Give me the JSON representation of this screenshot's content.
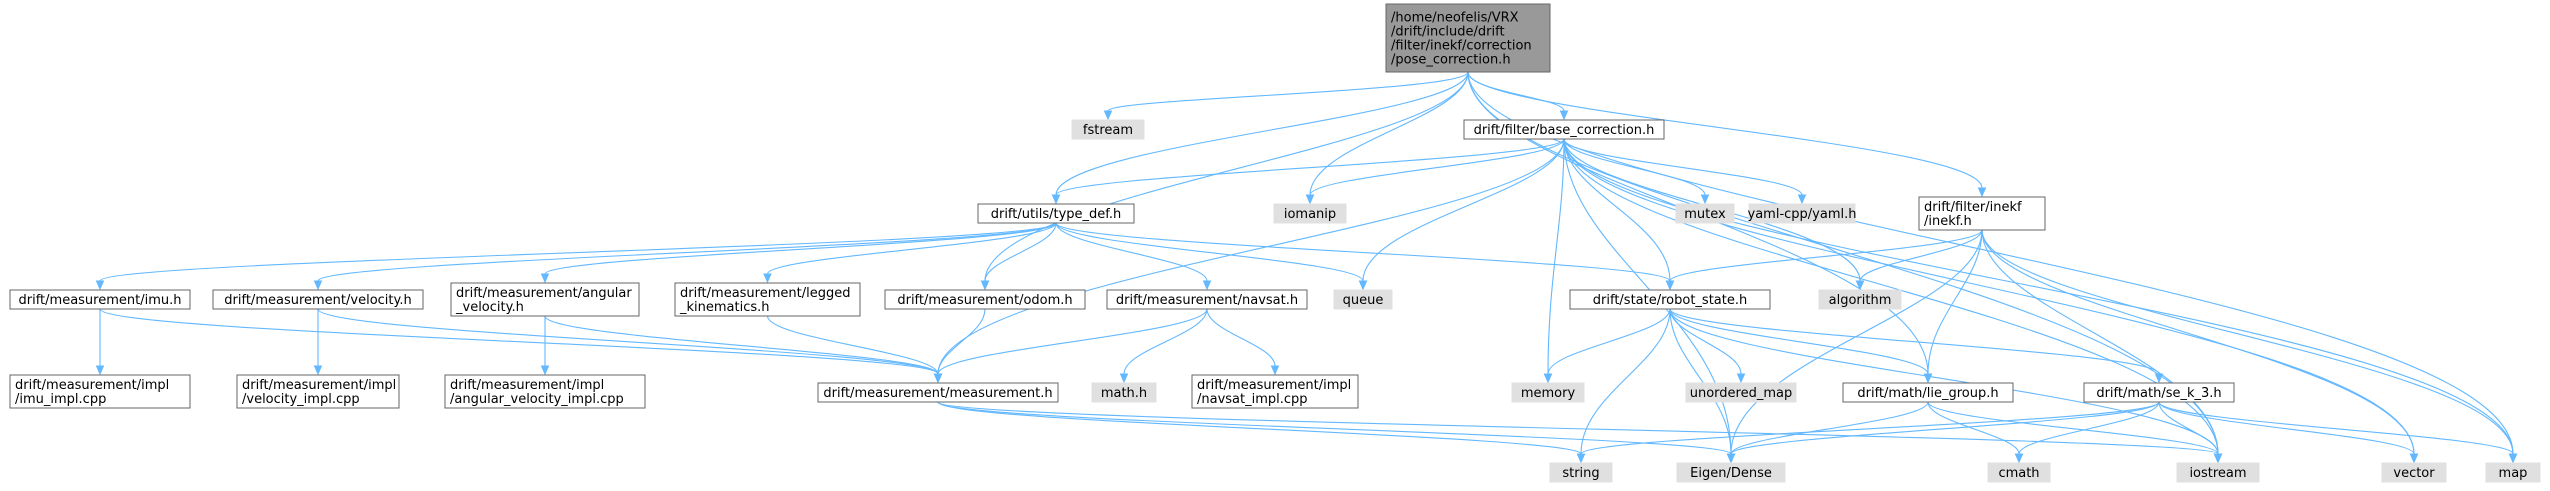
{
  "diagram": {
    "nodes": [
      {
        "id": "pose_correction",
        "kind": "root",
        "lines": [
          "/home/neofelis/VRX",
          "/drift/include/drift",
          "/filter/inekf/correction",
          "/pose_correction.h"
        ]
      },
      {
        "id": "fstream",
        "kind": "sys",
        "lines": [
          "fstream"
        ]
      },
      {
        "id": "base_correction",
        "kind": "proj",
        "lines": [
          "drift/filter/base_correction.h"
        ]
      },
      {
        "id": "type_def",
        "kind": "proj",
        "lines": [
          "drift/utils/type_def.h"
        ]
      },
      {
        "id": "iomanip",
        "kind": "sys",
        "lines": [
          "iomanip"
        ]
      },
      {
        "id": "mutex",
        "kind": "sys",
        "lines": [
          "mutex"
        ]
      },
      {
        "id": "yaml",
        "kind": "sys",
        "lines": [
          "yaml-cpp/yaml.h"
        ]
      },
      {
        "id": "inekf",
        "kind": "proj",
        "lines": [
          "drift/filter/inekf",
          "/inekf.h"
        ]
      },
      {
        "id": "imu",
        "kind": "proj",
        "lines": [
          "drift/measurement/imu.h"
        ]
      },
      {
        "id": "velocity",
        "kind": "proj",
        "lines": [
          "drift/measurement/velocity.h"
        ]
      },
      {
        "id": "angular_velocity",
        "kind": "proj",
        "lines": [
          "drift/measurement/angular",
          "_velocity.h"
        ]
      },
      {
        "id": "legged",
        "kind": "proj",
        "lines": [
          "drift/measurement/legged",
          "_kinematics.h"
        ]
      },
      {
        "id": "odom",
        "kind": "proj",
        "lines": [
          "drift/measurement/odom.h"
        ]
      },
      {
        "id": "navsat",
        "kind": "proj",
        "lines": [
          "drift/measurement/navsat.h"
        ]
      },
      {
        "id": "queue",
        "kind": "sys",
        "lines": [
          "queue"
        ]
      },
      {
        "id": "robot_state",
        "kind": "proj",
        "lines": [
          "drift/state/robot_state.h"
        ]
      },
      {
        "id": "algorithm",
        "kind": "sys",
        "lines": [
          "algorithm"
        ]
      },
      {
        "id": "imu_impl",
        "kind": "proj",
        "lines": [
          "drift/measurement/impl",
          "/imu_impl.cpp"
        ]
      },
      {
        "id": "velocity_impl",
        "kind": "proj",
        "lines": [
          "drift/measurement/impl",
          "/velocity_impl.cpp"
        ]
      },
      {
        "id": "angular_velocity_impl",
        "kind": "proj",
        "lines": [
          "drift/measurement/impl",
          "/angular_velocity_impl.cpp"
        ]
      },
      {
        "id": "math_h",
        "kind": "sys",
        "lines": [
          "math.h"
        ]
      },
      {
        "id": "navsat_impl",
        "kind": "proj",
        "lines": [
          "drift/measurement/impl",
          "/navsat_impl.cpp"
        ]
      },
      {
        "id": "measurement",
        "kind": "proj",
        "lines": [
          "drift/measurement/measurement.h"
        ]
      },
      {
        "id": "memory",
        "kind": "sys",
        "lines": [
          "memory"
        ]
      },
      {
        "id": "unordered_map",
        "kind": "sys",
        "lines": [
          "unordered_map"
        ]
      },
      {
        "id": "lie_group",
        "kind": "proj",
        "lines": [
          "drift/math/lie_group.h"
        ]
      },
      {
        "id": "se_k_3",
        "kind": "proj",
        "lines": [
          "drift/math/se_k_3.h"
        ]
      },
      {
        "id": "string",
        "kind": "sys",
        "lines": [
          "string"
        ]
      },
      {
        "id": "eigen",
        "kind": "sys",
        "lines": [
          "Eigen/Dense"
        ]
      },
      {
        "id": "cmath",
        "kind": "sys",
        "lines": [
          "cmath"
        ]
      },
      {
        "id": "iostream",
        "kind": "sys",
        "lines": [
          "iostream"
        ]
      },
      {
        "id": "vector",
        "kind": "sys",
        "lines": [
          "vector"
        ]
      },
      {
        "id": "map",
        "kind": "sys",
        "lines": [
          "map"
        ]
      }
    ],
    "edges": [
      [
        "pose_correction",
        "fstream"
      ],
      [
        "pose_correction",
        "base_correction"
      ],
      [
        "pose_correction",
        "type_def"
      ],
      [
        "pose_correction",
        "iomanip"
      ],
      [
        "pose_correction",
        "odom"
      ],
      [
        "pose_correction",
        "inekf"
      ],
      [
        "pose_correction",
        "lie_group"
      ],
      [
        "pose_correction",
        "iostream"
      ],
      [
        "pose_correction",
        "map"
      ],
      [
        "base_correction",
        "type_def"
      ],
      [
        "base_correction",
        "iomanip"
      ],
      [
        "base_correction",
        "mutex"
      ],
      [
        "base_correction",
        "yaml"
      ],
      [
        "base_correction",
        "queue"
      ],
      [
        "base_correction",
        "robot_state"
      ],
      [
        "base_correction",
        "algorithm"
      ],
      [
        "base_correction",
        "measurement"
      ],
      [
        "base_correction",
        "memory"
      ],
      [
        "base_correction",
        "eigen"
      ],
      [
        "base_correction",
        "iostream"
      ],
      [
        "base_correction",
        "vector"
      ],
      [
        "base_correction",
        "map"
      ],
      [
        "type_def",
        "imu"
      ],
      [
        "type_def",
        "velocity"
      ],
      [
        "type_def",
        "angular_velocity"
      ],
      [
        "type_def",
        "legged"
      ],
      [
        "type_def",
        "odom"
      ],
      [
        "type_def",
        "navsat"
      ],
      [
        "type_def",
        "queue"
      ],
      [
        "type_def",
        "robot_state"
      ],
      [
        "inekf",
        "robot_state"
      ],
      [
        "inekf",
        "algorithm"
      ],
      [
        "inekf",
        "lie_group"
      ],
      [
        "inekf",
        "eigen"
      ],
      [
        "inekf",
        "iostream"
      ],
      [
        "inekf",
        "vector"
      ],
      [
        "inekf",
        "map"
      ],
      [
        "imu",
        "imu_impl"
      ],
      [
        "imu",
        "measurement"
      ],
      [
        "velocity",
        "velocity_impl"
      ],
      [
        "velocity",
        "measurement"
      ],
      [
        "angular_velocity",
        "angular_velocity_impl"
      ],
      [
        "angular_velocity",
        "measurement"
      ],
      [
        "legged",
        "measurement"
      ],
      [
        "odom",
        "measurement"
      ],
      [
        "navsat",
        "math_h"
      ],
      [
        "navsat",
        "navsat_impl"
      ],
      [
        "navsat",
        "measurement"
      ],
      [
        "robot_state",
        "memory"
      ],
      [
        "robot_state",
        "unordered_map"
      ],
      [
        "robot_state",
        "lie_group"
      ],
      [
        "robot_state",
        "se_k_3"
      ],
      [
        "robot_state",
        "string"
      ],
      [
        "robot_state",
        "eigen"
      ],
      [
        "robot_state",
        "iostream"
      ],
      [
        "measurement",
        "string"
      ],
      [
        "measurement",
        "eigen"
      ],
      [
        "measurement",
        "iostream"
      ],
      [
        "lie_group",
        "eigen"
      ],
      [
        "lie_group",
        "cmath"
      ],
      [
        "lie_group",
        "iostream"
      ],
      [
        "se_k_3",
        "string"
      ],
      [
        "se_k_3",
        "eigen"
      ],
      [
        "se_k_3",
        "cmath"
      ],
      [
        "se_k_3",
        "iostream"
      ],
      [
        "se_k_3",
        "vector"
      ],
      [
        "se_k_3",
        "map"
      ]
    ]
  }
}
